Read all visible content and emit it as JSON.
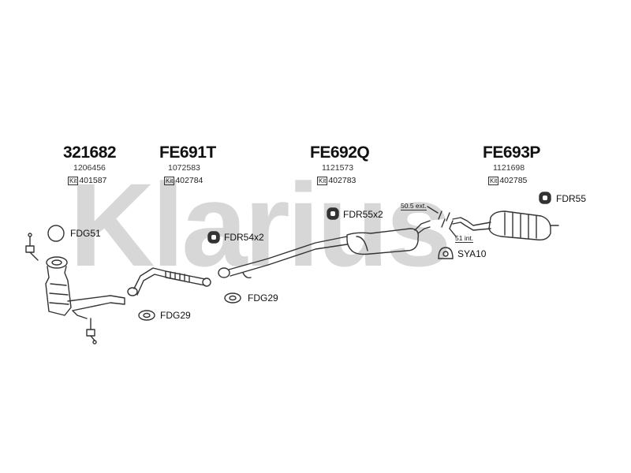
{
  "watermark": "Klarius",
  "parts": [
    {
      "number": "321682",
      "oem": "1206456",
      "kit_label": "Kit",
      "kit": "401587"
    },
    {
      "number": "FE691T",
      "oem": "1072583",
      "kit_label": "Kit",
      "kit": "402784"
    },
    {
      "number": "FE692Q",
      "oem": "1121573",
      "kit_label": "Kit",
      "kit": "402783"
    },
    {
      "number": "FE693P",
      "oem": "1121698",
      "kit_label": "Kit",
      "kit": "402785"
    }
  ],
  "accessories": {
    "fdg51": "FDG51",
    "fdr54": "FDR54x2",
    "fdg29_a": "FDG29",
    "fdg29_b": "FDG29",
    "fdr55x2": "FDR55x2",
    "sya10": "SYA10",
    "fdr55": "FDR55"
  },
  "measurements": {
    "ext": "50.5 ext.",
    "int": "51 int."
  }
}
